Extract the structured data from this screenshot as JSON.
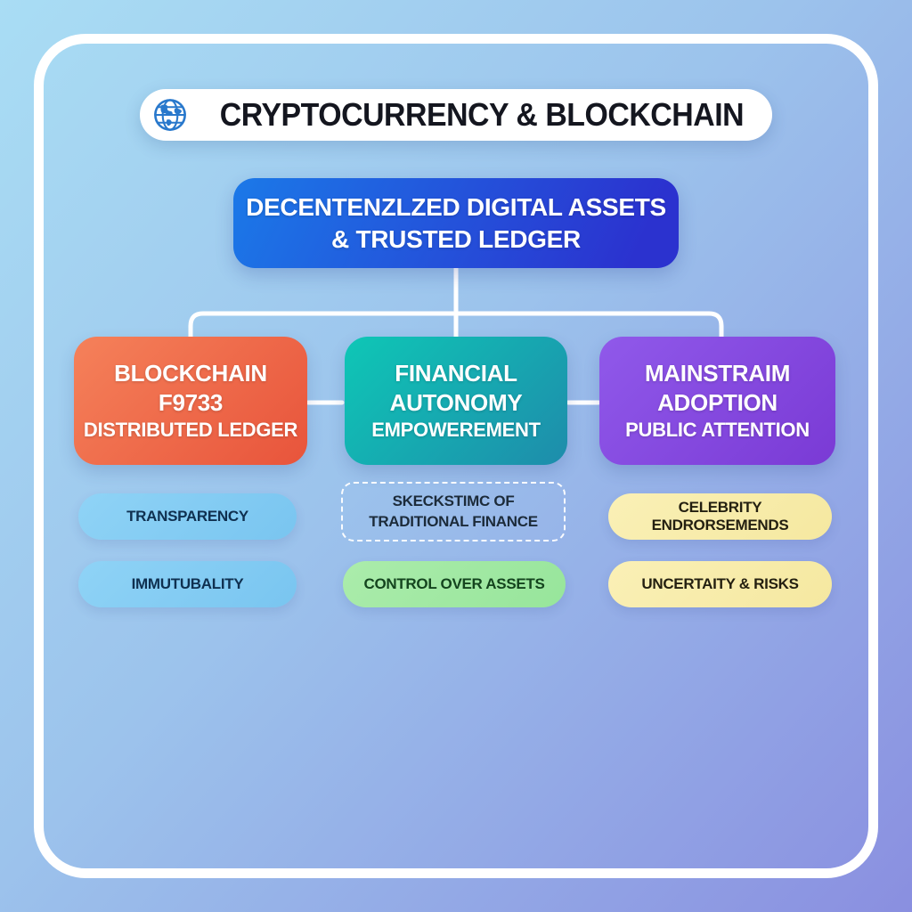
{
  "header": {
    "icon": "globe-icon",
    "title": "CRYPTOCURRENCY & BLOCKCHAIN"
  },
  "root": {
    "lines": [
      "DECENTENZLZED DIGITAL ASSETS",
      "& TRUSTED LEDGER"
    ]
  },
  "branches": [
    {
      "node": {
        "lines": [
          "BLOCKCHAIN",
          "F9733",
          "DISTRIBUTED LEDGER"
        ]
      },
      "children": [
        {
          "label": "TRANSPARENCY",
          "style": "blue-pill"
        },
        {
          "label": "IMMUTUBALITY",
          "style": "blue-pill"
        }
      ]
    },
    {
      "node": {
        "lines": [
          "FINANCIAL",
          "AUTONOMY",
          "EMPOWEREMENT"
        ]
      },
      "children": [
        {
          "lines": [
            "SKECKSTIMC OF",
            "TRADITIONAL FINANCE"
          ],
          "style": "dashed-box"
        },
        {
          "label": "CONTROL OVER ASSETS",
          "style": "green-pill"
        }
      ]
    },
    {
      "node": {
        "lines": [
          "MAINSTRAIM",
          "ADOPTION",
          "PUBLIC ATTENTION"
        ]
      },
      "children": [
        {
          "label": "CELEBRITY ENDRORSEMENDS",
          "style": "yellow-pill"
        },
        {
          "label": "UNCERTAITY & RISKS",
          "style": "yellow-pill"
        }
      ]
    }
  ],
  "colors": {
    "background_top_left": "#a9ddf4",
    "background_bottom_right": "#8a90e1",
    "frame_border": "#ffffff",
    "connector": "#ffffff",
    "title_text": "#14161f",
    "title_icon_blue": "#2878cc",
    "root_gradient_from": "#1b79e8",
    "root_gradient_to": "#2b32cf",
    "branch1_gradient_from": "#f5815a",
    "branch1_gradient_to": "#e8543b",
    "branch2_gradient_from": "#0ec7b6",
    "branch2_gradient_to": "#1e8cab",
    "branch3_gradient_from": "#9059ea",
    "branch3_gradient_to": "#7a3ad5",
    "blue_pill": "#83ccf3",
    "green_pill": "#a2e9a3",
    "yellow_pill": "#f8edad"
  }
}
